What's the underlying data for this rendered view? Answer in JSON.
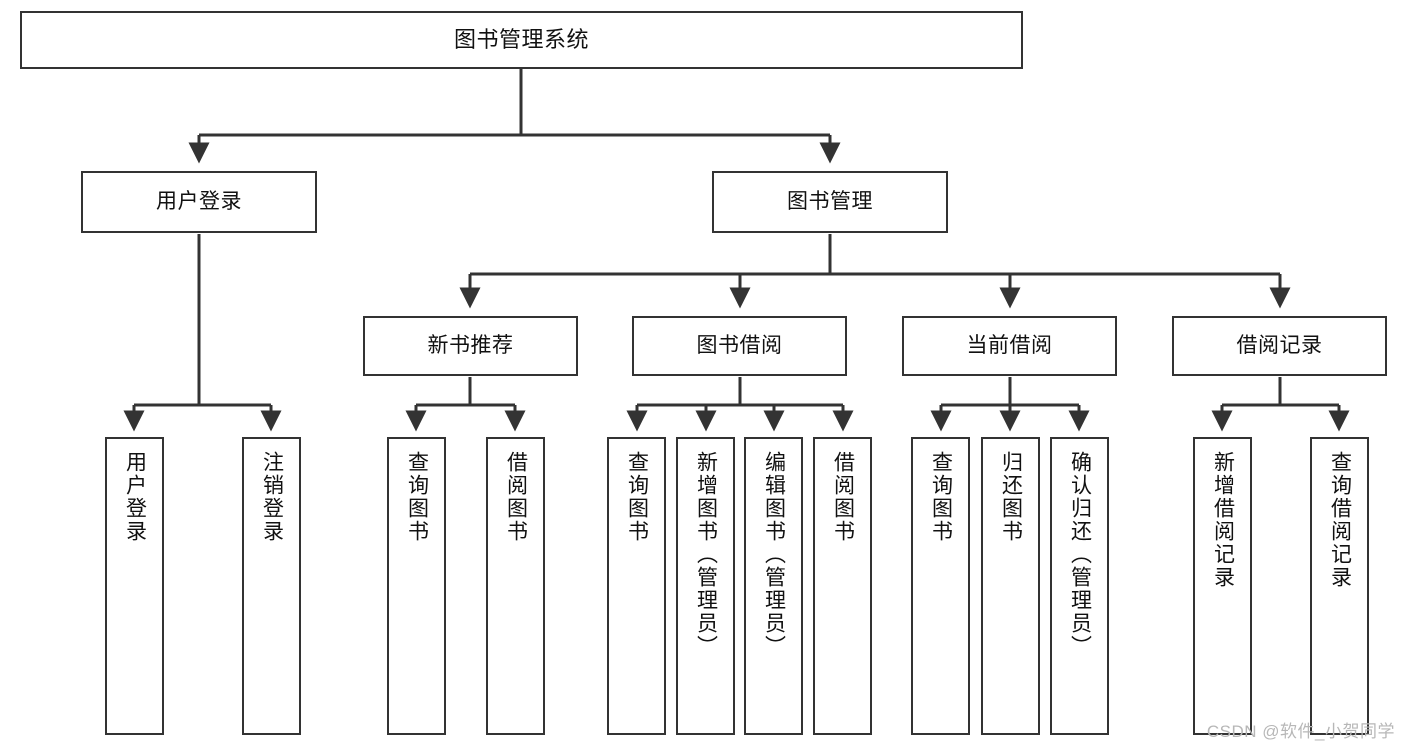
{
  "diagram": {
    "title": "图书管理系统",
    "type": "hierarchy-tree",
    "watermark": "CSDN @软件_小贺同学",
    "colors": {
      "stroke": "#333333",
      "fill": "#ffffff",
      "text": "#111111",
      "watermark": "#b7b7b7"
    },
    "levels": [
      {
        "level": 1,
        "nodes": [
          {
            "id": "root",
            "label": "图书管理系统",
            "orientation": "horizontal"
          }
        ]
      },
      {
        "level": 2,
        "nodes": [
          {
            "id": "user-login",
            "label": "用户登录",
            "orientation": "horizontal",
            "parent": "root"
          },
          {
            "id": "book-manage",
            "label": "图书管理",
            "orientation": "horizontal",
            "parent": "root"
          }
        ]
      },
      {
        "level": 3,
        "nodes": [
          {
            "id": "new-book-rec",
            "label": "新书推荐",
            "orientation": "horizontal",
            "parent": "book-manage"
          },
          {
            "id": "book-borrow",
            "label": "图书借阅",
            "orientation": "horizontal",
            "parent": "book-manage"
          },
          {
            "id": "current-borrow",
            "label": "当前借阅",
            "orientation": "horizontal",
            "parent": "book-manage"
          },
          {
            "id": "borrow-record",
            "label": "借阅记录",
            "orientation": "horizontal",
            "parent": "book-manage"
          }
        ]
      },
      {
        "level": 4,
        "nodes": [
          {
            "id": "leaf-user-login",
            "label": "用户登录",
            "orientation": "vertical",
            "parent": "user-login"
          },
          {
            "id": "leaf-logout",
            "label": "注销登录",
            "orientation": "vertical",
            "parent": "user-login"
          },
          {
            "id": "leaf-query-book-1",
            "label": "查询图书",
            "orientation": "vertical",
            "parent": "new-book-rec"
          },
          {
            "id": "leaf-borrow-book-1",
            "label": "借阅图书",
            "orientation": "vertical",
            "parent": "new-book-rec"
          },
          {
            "id": "leaf-query-book-2",
            "label": "查询图书",
            "orientation": "vertical",
            "parent": "book-borrow"
          },
          {
            "id": "leaf-add-book",
            "label": "新增图书（管理员）",
            "orientation": "vertical",
            "parent": "book-borrow"
          },
          {
            "id": "leaf-edit-book",
            "label": "编辑图书（管理员）",
            "orientation": "vertical",
            "parent": "book-borrow"
          },
          {
            "id": "leaf-borrow-book-2",
            "label": "借阅图书",
            "orientation": "vertical",
            "parent": "book-borrow"
          },
          {
            "id": "leaf-query-book-3",
            "label": "查询图书",
            "orientation": "vertical",
            "parent": "current-borrow"
          },
          {
            "id": "leaf-return-book",
            "label": "归还图书",
            "orientation": "vertical",
            "parent": "current-borrow"
          },
          {
            "id": "leaf-confirm-return",
            "label": "确认归还（管理员）",
            "orientation": "vertical",
            "parent": "current-borrow"
          },
          {
            "id": "leaf-add-record",
            "label": "新增借阅记录",
            "orientation": "vertical",
            "parent": "borrow-record"
          },
          {
            "id": "leaf-query-record",
            "label": "查询借阅记录",
            "orientation": "vertical",
            "parent": "borrow-record"
          }
        ]
      }
    ]
  }
}
